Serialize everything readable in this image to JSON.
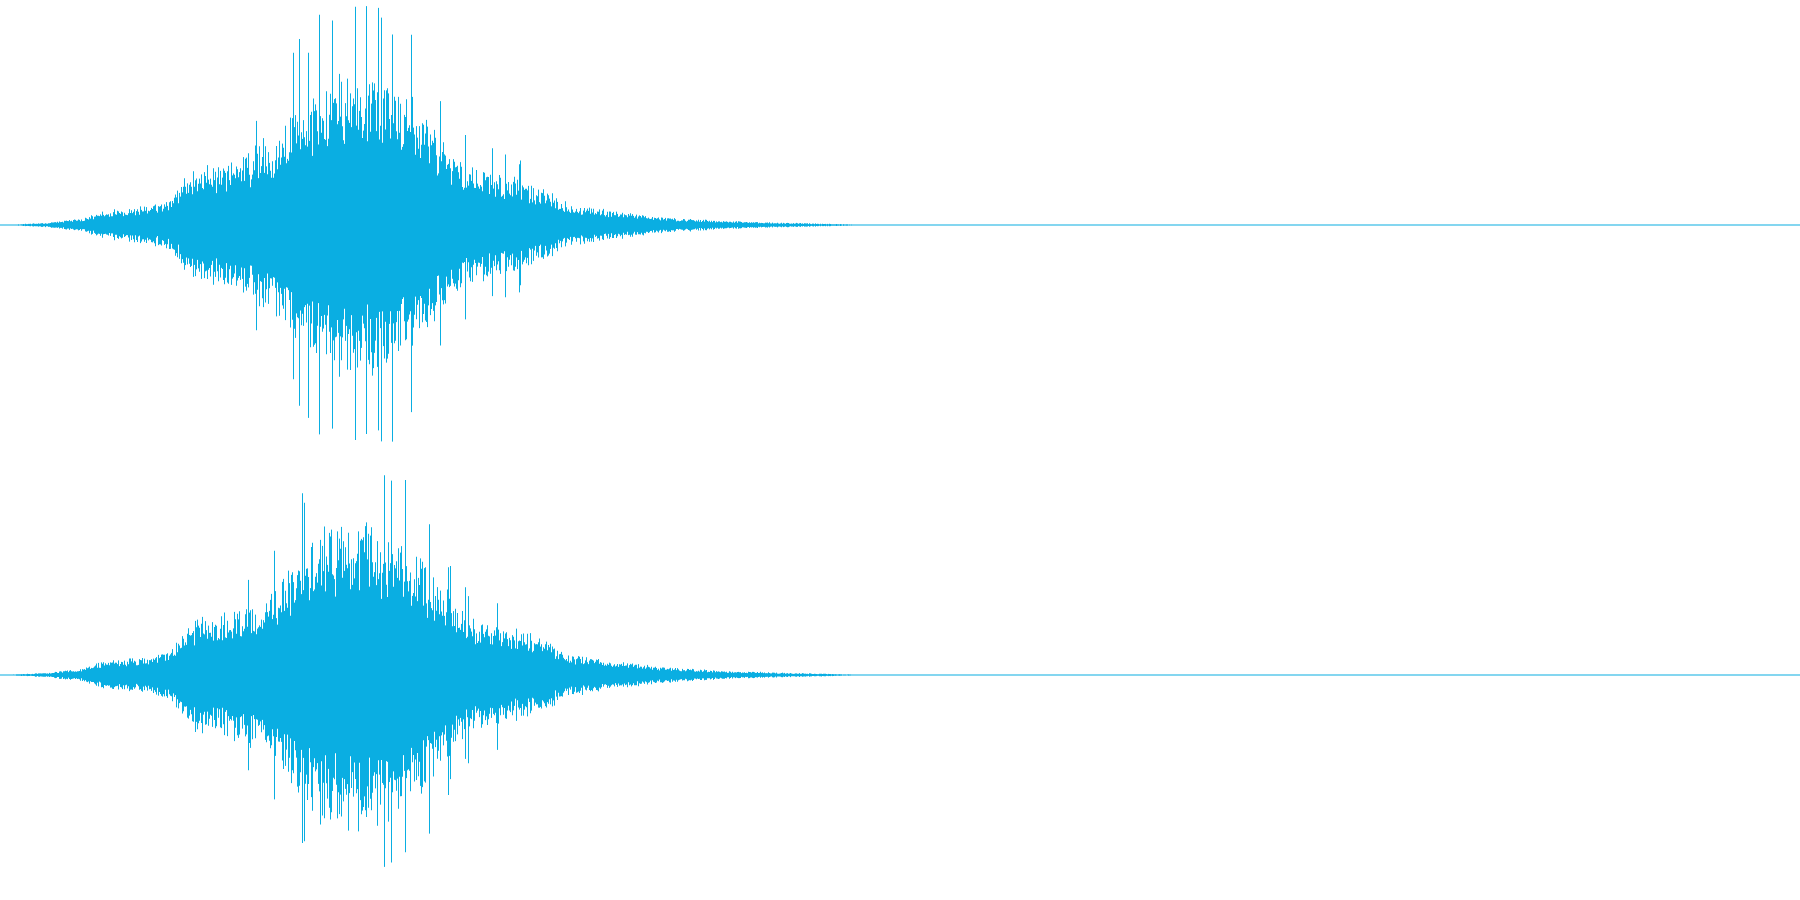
{
  "waveform": {
    "color": "#0aaee2",
    "background": "#ffffff",
    "channels": [
      {
        "name": "left",
        "seed": 11
      },
      {
        "name": "right",
        "seed": 29
      }
    ],
    "envelope_points": [
      [
        0.0,
        0.0
      ],
      [
        0.025,
        0.01
      ],
      [
        0.045,
        0.03
      ],
      [
        0.06,
        0.07
      ],
      [
        0.08,
        0.085
      ],
      [
        0.095,
        0.12
      ],
      [
        0.105,
        0.26
      ],
      [
        0.125,
        0.3
      ],
      [
        0.14,
        0.35
      ],
      [
        0.155,
        0.45
      ],
      [
        0.165,
        0.56
      ],
      [
        0.18,
        0.7
      ],
      [
        0.2,
        0.72
      ],
      [
        0.215,
        0.68
      ],
      [
        0.23,
        0.6
      ],
      [
        0.245,
        0.42
      ],
      [
        0.26,
        0.28
      ],
      [
        0.28,
        0.23
      ],
      [
        0.3,
        0.18
      ],
      [
        0.315,
        0.1
      ],
      [
        0.34,
        0.07
      ],
      [
        0.365,
        0.04
      ],
      [
        0.4,
        0.02
      ],
      [
        0.44,
        0.01
      ],
      [
        0.47,
        0.004
      ],
      [
        0.48,
        0.0
      ],
      [
        1.0,
        0.0
      ]
    ]
  }
}
